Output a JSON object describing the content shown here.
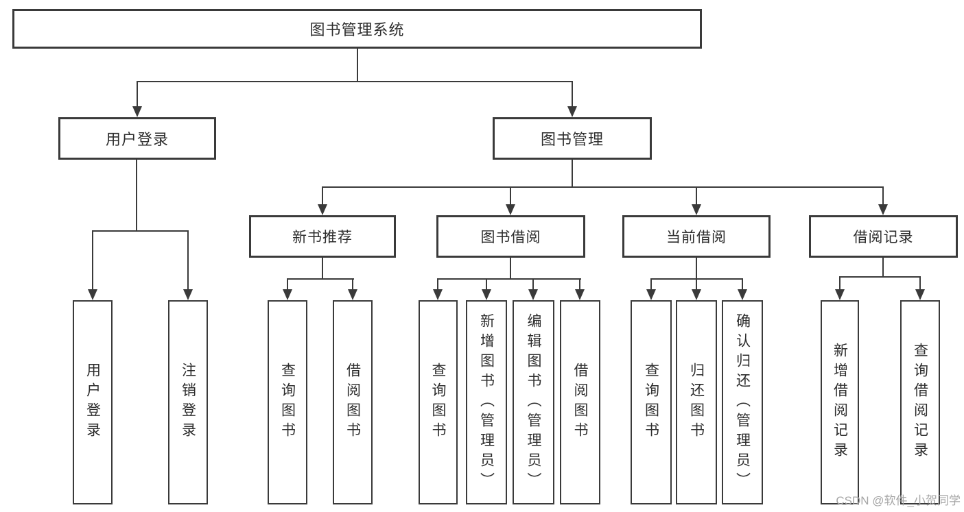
{
  "diagram": {
    "root": {
      "label": "图书管理系统"
    },
    "level2": [
      {
        "label": "用户登录"
      },
      {
        "label": "图书管理"
      }
    ],
    "level3": [
      {
        "label": "新书推荐"
      },
      {
        "label": "图书借阅"
      },
      {
        "label": "当前借阅"
      },
      {
        "label": "借阅记录"
      }
    ],
    "leaves": {
      "user_login": [
        {
          "label": "用户登录"
        },
        {
          "label": "注销登录"
        }
      ],
      "new_book_recommend": [
        {
          "label": "查询图书"
        },
        {
          "label": "借阅图书"
        }
      ],
      "book_borrow": [
        {
          "label": "查询图书"
        },
        {
          "label": "新增图书（管理员）"
        },
        {
          "label": "编辑图书（管理员）"
        },
        {
          "label": "借阅图书"
        }
      ],
      "current_borrow": [
        {
          "label": "查询图书"
        },
        {
          "label": "归还图书"
        },
        {
          "label": "确认归还（管理员）"
        }
      ],
      "borrow_records": [
        {
          "label": "新增借阅记录"
        },
        {
          "label": "查询借阅记录"
        }
      ]
    }
  },
  "watermark": {
    "text": "CSDN @软件_小贺同学"
  },
  "colors": {
    "line": "#3a3a3a",
    "text": "#2d2d2d",
    "watermark": "#a6a6a6",
    "background": "#ffffff"
  }
}
